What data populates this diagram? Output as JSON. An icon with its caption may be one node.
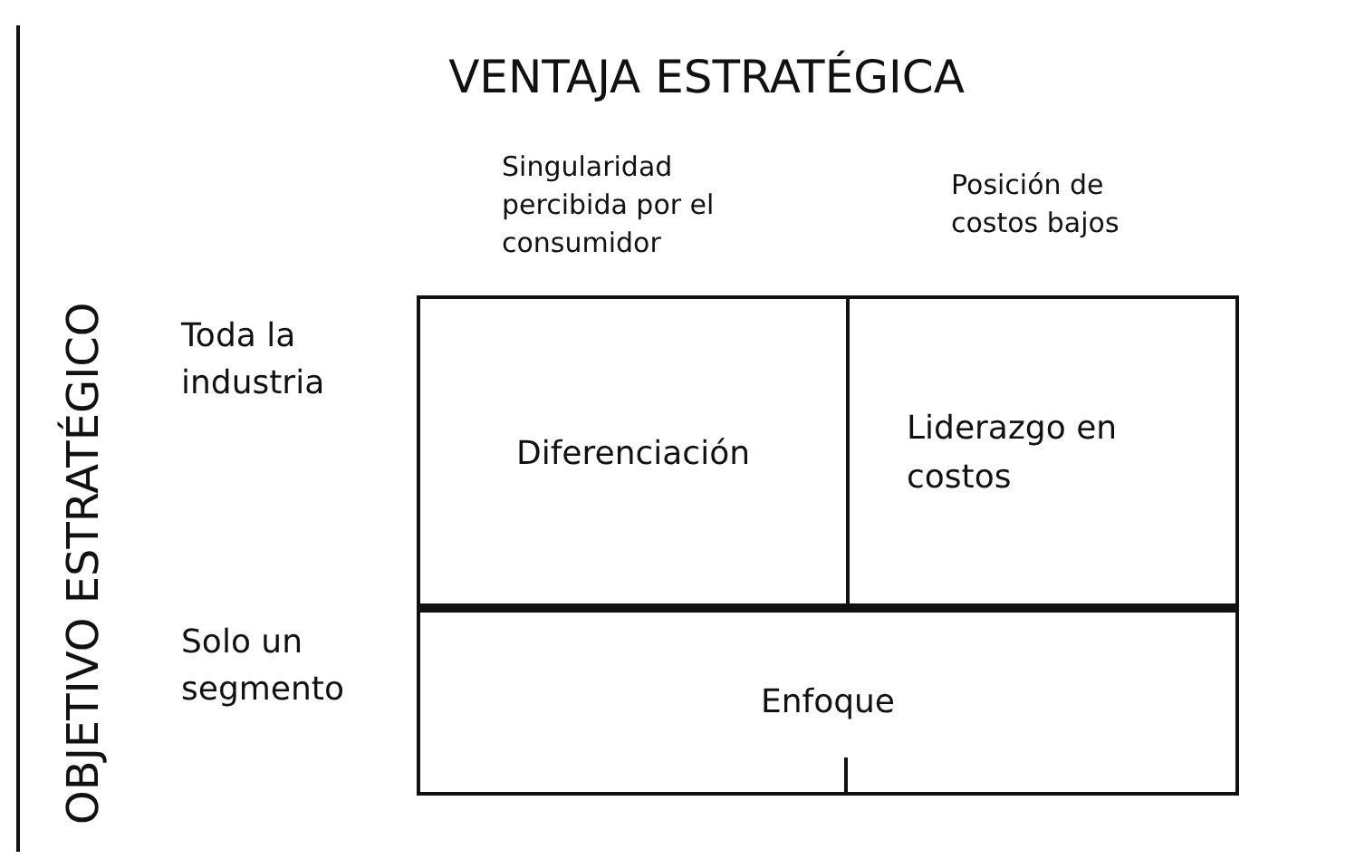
{
  "diagram": {
    "title": "VENTAJA ESTRATÉGICA",
    "nodes": [
      {
        "text": [
          "Diferenciación"
        ]
      },
      {
        "text": [
          "Liderazgo en costos"
        ]
      },
      {
        "text": [
          "Enfoque"
        ]
      }
    ],
    "labels": [
      "OBJETIVO ESTRATÉGICO",
      "Singularidad percibida por el consumidor",
      "Posición de costos bajos",
      "Toda la industria",
      "Solo un segmento"
    ]
  }
}
